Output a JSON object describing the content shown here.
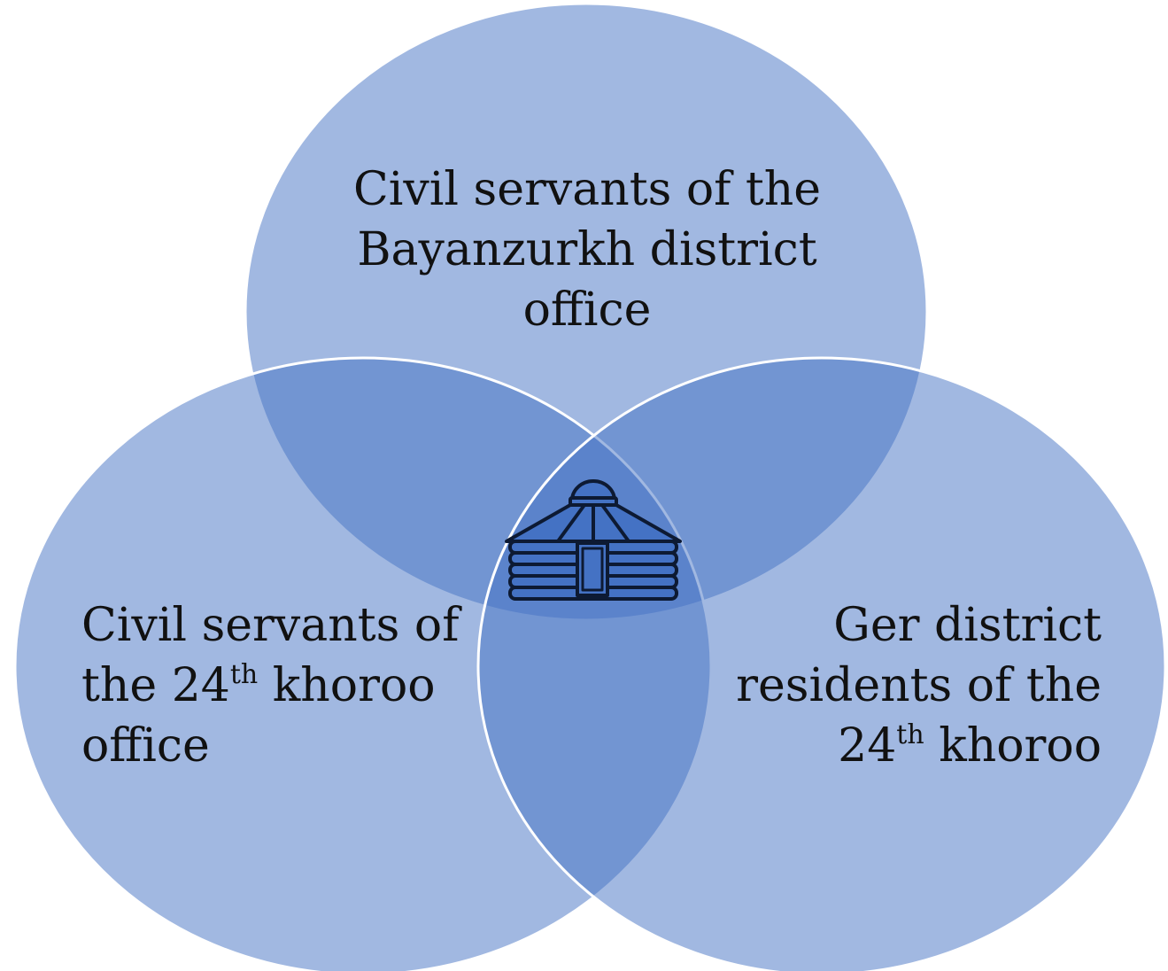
{
  "diagram": {
    "type": "venn-three-circles",
    "fill_color": "#4472C4",
    "fill_opacity": 0.5,
    "stroke_color": "#ffffff",
    "circles": [
      {
        "id": "top",
        "lines": [
          "Civil servants of the",
          "Bayanzurkh district",
          "office"
        ]
      },
      {
        "id": "left",
        "lines": [
          "Civil servants of",
          "the 24",
          "th",
          " khoroo",
          "office"
        ]
      },
      {
        "id": "right",
        "lines": [
          "Ger district",
          "residents of the",
          "24",
          "th",
          " khoroo"
        ]
      }
    ],
    "center_icon": "ger-yurt-icon"
  }
}
